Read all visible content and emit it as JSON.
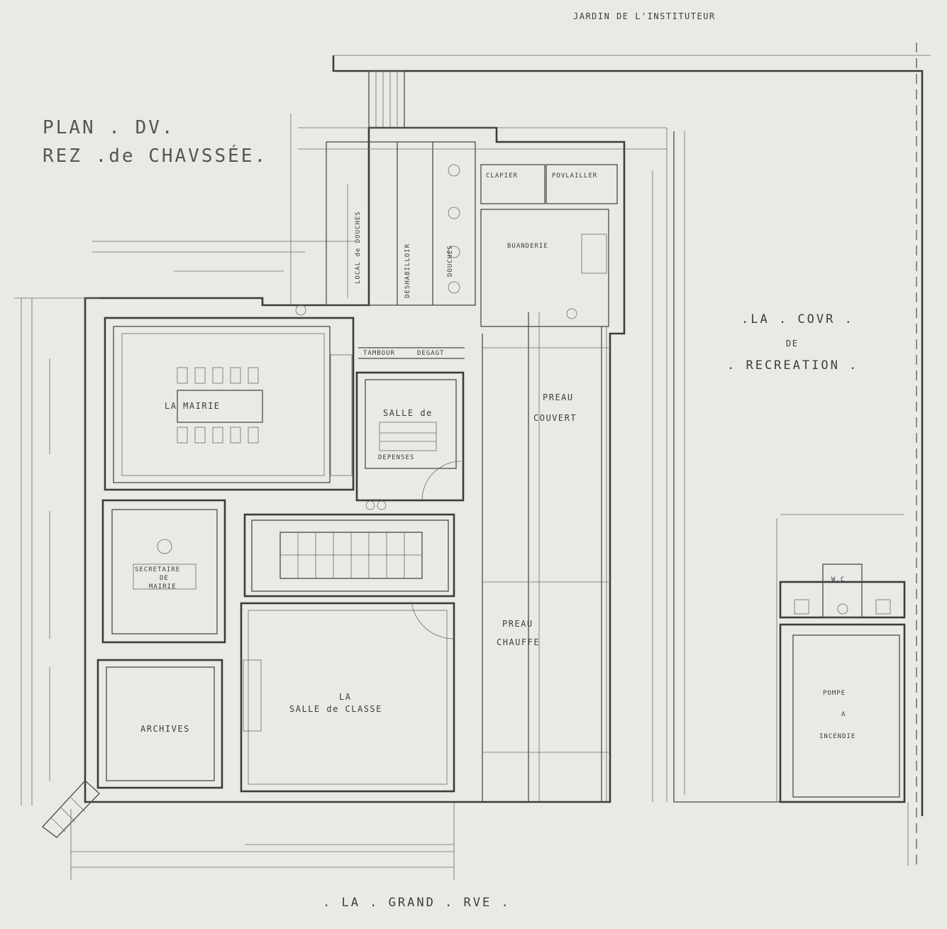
{
  "title": {
    "line1": "PLAN . DV.",
    "line2": "REZ .de CHAVSSÉE."
  },
  "site": {
    "top": "JARDIN DE L'INSTITUTEUR",
    "bottom": ". LA . GRAND . RVE ."
  },
  "rooms": {
    "mairie": "LA MAIRIE",
    "secretaire_l1": "SECRETAIRE",
    "secretaire_l2": "DE",
    "secretaire_l3": "MAIRIE",
    "archives": "ARCHIVES",
    "salle_classe_l1": "LA",
    "salle_classe_l2": "SALLE de CLASSE",
    "salle_depenses_l1": "SALLE de",
    "salle_depenses_l2": "DEPENSES",
    "tambour": "TAMBOUR",
    "degagt": "DEGAGT",
    "local": "LOCAL de DOUCHES",
    "deshabilloir": "DESHABILLOIR",
    "douches": "DOUCHES",
    "clapier": "CLAPIER",
    "poulailler": "POVLAILLER",
    "buanderie": "BUANDERIE",
    "preau_couvert_l1": "PREAU",
    "preau_couvert_l2": "COUVERT",
    "preau_chauffe_l1": "PREAU",
    "preau_chauffe_l2": "CHAUFFE",
    "wc": "W.C",
    "pompe_l1": "POMPE",
    "pompe_l2": "A",
    "pompe_l3": "INCENDIE",
    "cour_l1": ".LA . COVR .",
    "cour_l2": "DE",
    "cour_l3": ". RECREATION ."
  }
}
